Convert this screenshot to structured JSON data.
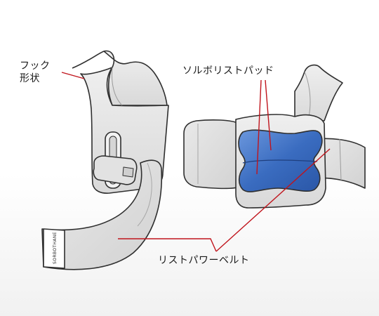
{
  "labels": {
    "hook_shape_line1": "フック",
    "hook_shape_line2": "形状",
    "pad": "ソルボリストパッド",
    "belt": "リストパワーベルト"
  },
  "brand_tag": "SORBOTHANE",
  "colors": {
    "outline": "#2f2f2f",
    "fill_light": "#e6e6e6",
    "fill_mid": "#d5d5d5",
    "pad_blue": "#2f62b8",
    "pad_blue_light": "#5f8ed8",
    "leader_red": "#c0141c",
    "tag_dark": "#222222"
  }
}
